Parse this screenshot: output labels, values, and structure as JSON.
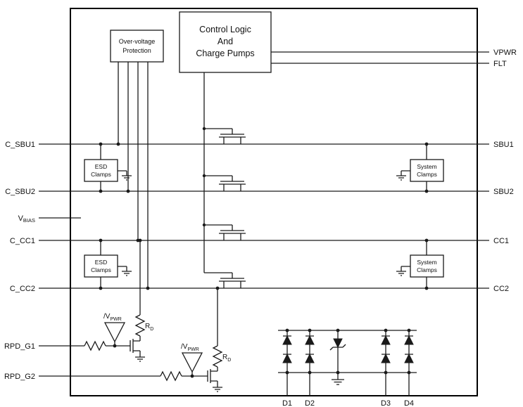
{
  "diagram": {
    "blocks": {
      "ovp": {
        "lines": [
          "Over-voltage",
          "Protection"
        ]
      },
      "control": {
        "lines": [
          "Control Logic",
          "And",
          "Charge Pumps"
        ]
      },
      "esd": {
        "lines": [
          "ESD",
          "Clamps"
        ]
      },
      "system": {
        "lines": [
          "System",
          "Clamps"
        ]
      }
    },
    "pins": {
      "left": {
        "c_sbu1": "C_SBU1",
        "c_sbu2": "C_SBU2",
        "vbias_main": "V",
        "vbias_sub": "BIAS",
        "c_cc1": "C_CC1",
        "c_cc2": "C_CC2",
        "rpd_g1": "RPD_G1",
        "rpd_g2": "RPD_G2"
      },
      "right": {
        "vpwr": "VPWR",
        "flt": "FLT",
        "sbu1": "SBU1",
        "sbu2": "SBU2",
        "cc1": "CC1",
        "cc2": "CC2"
      },
      "bottom": {
        "d1": "D1",
        "d2": "D2",
        "d3": "D3",
        "d4": "D4"
      }
    },
    "labels": {
      "vpwr_inv_main": "/V",
      "vpwr_inv_sub": "PWR",
      "rd_main": "R",
      "rd_sub": "D"
    },
    "colors": {
      "line": "#1a1a1a",
      "background": "#ffffff"
    }
  }
}
